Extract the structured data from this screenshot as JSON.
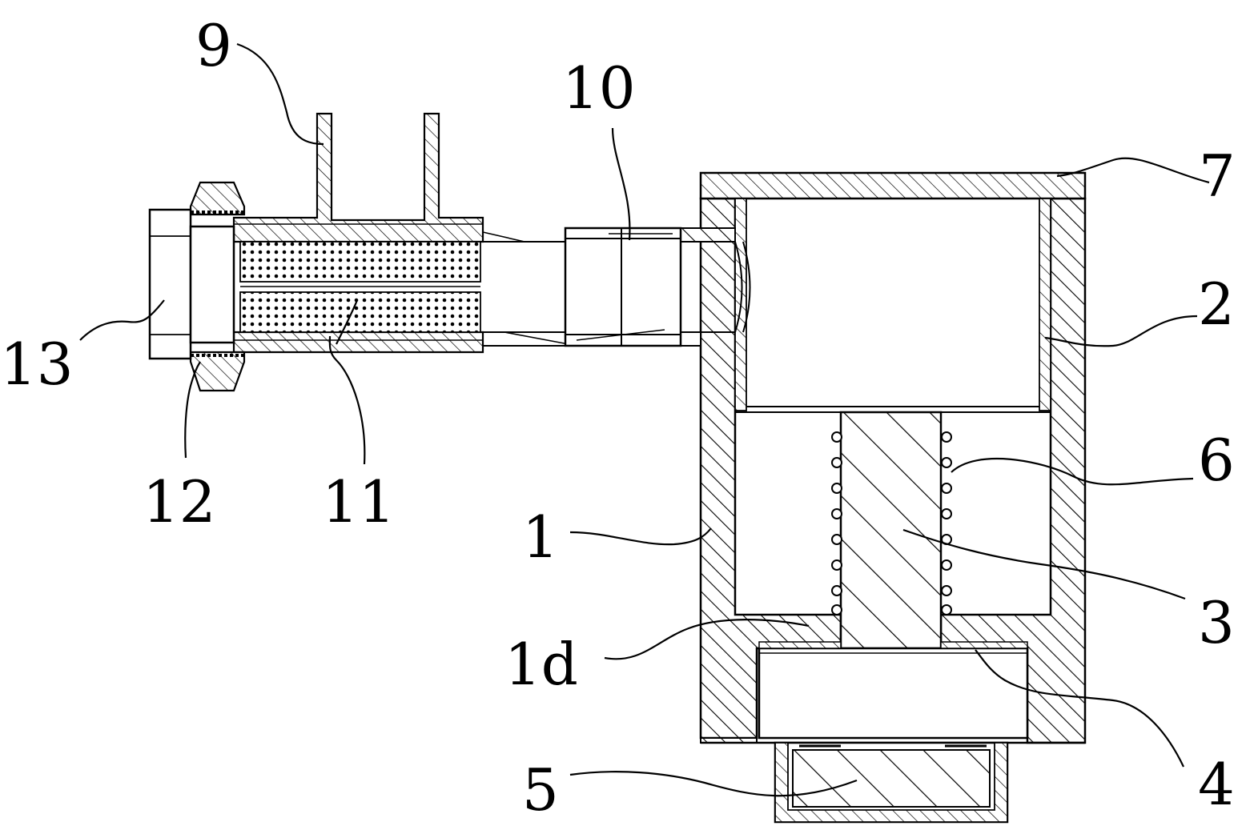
{
  "labels": {
    "l1": "1",
    "l1d": "1d",
    "l2": "2",
    "l3": "3",
    "l4": "4",
    "l5": "5",
    "l6": "6",
    "l7": "7",
    "l9": "9",
    "l10": "10",
    "l11": "11",
    "l12": "12",
    "l13": "13"
  }
}
